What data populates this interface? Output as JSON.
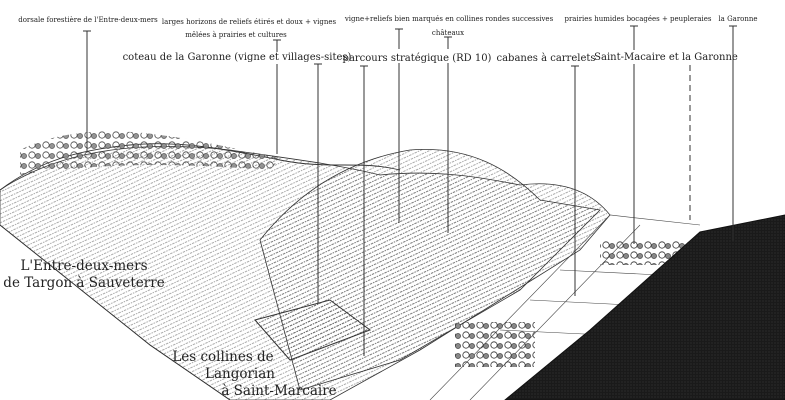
{
  "labels": {
    "dorsale": "dorsale forestière de l'Entre-deux-mers",
    "larges_1": "larges horizons de  reliefs étirés et doux + vignes",
    "larges_2": "mêlées à prairies et cultures",
    "coteau": "coteau de la Garonne (vigne et villages-sites)",
    "vigne_reliefs": "vigne+reliefs bien marqués en collines rondes successives",
    "chateaux": "châteaux",
    "parcours": "parcours stratégique (RD 10)",
    "cabanes": "cabanes à carrelets",
    "prairies": "prairies humides bocagées + peupleraies",
    "saint_macaire": "Saint-Macaire et la Garonne",
    "garonne": "la Garonne"
  },
  "regions": {
    "entre_deux_mers_1": "L'Entre-deux-mers",
    "entre_deux_mers_2": "de Targon à Sauveterre",
    "collines_1": "Les collines de",
    "collines_2": "Langorian",
    "collines_3": "à Saint-Marcaire"
  },
  "colors": {
    "ink": "#222222",
    "river": "#1a1a1a"
  }
}
